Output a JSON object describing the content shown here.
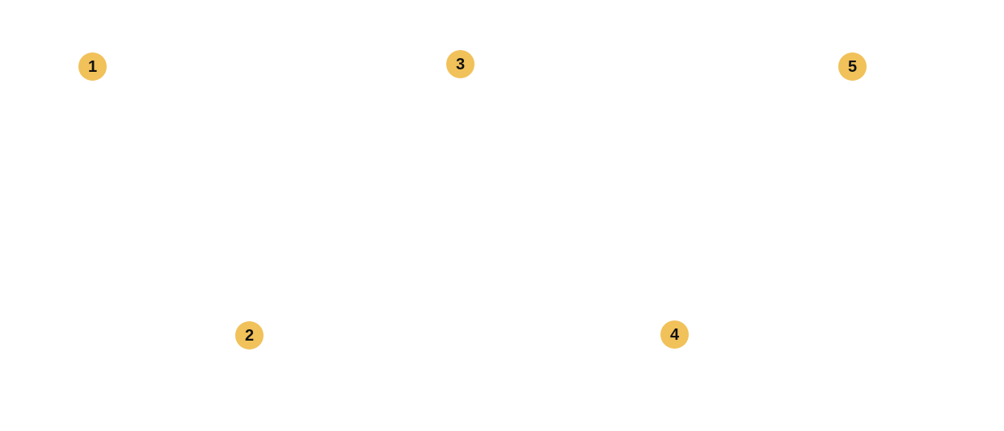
{
  "markers": [
    {
      "label": "1"
    },
    {
      "label": "2"
    },
    {
      "label": "3"
    },
    {
      "label": "4"
    },
    {
      "label": "5"
    }
  ],
  "colors": {
    "background": "#ffffff",
    "marker_fill": "#f1c15a",
    "marker_text": "#111111"
  }
}
